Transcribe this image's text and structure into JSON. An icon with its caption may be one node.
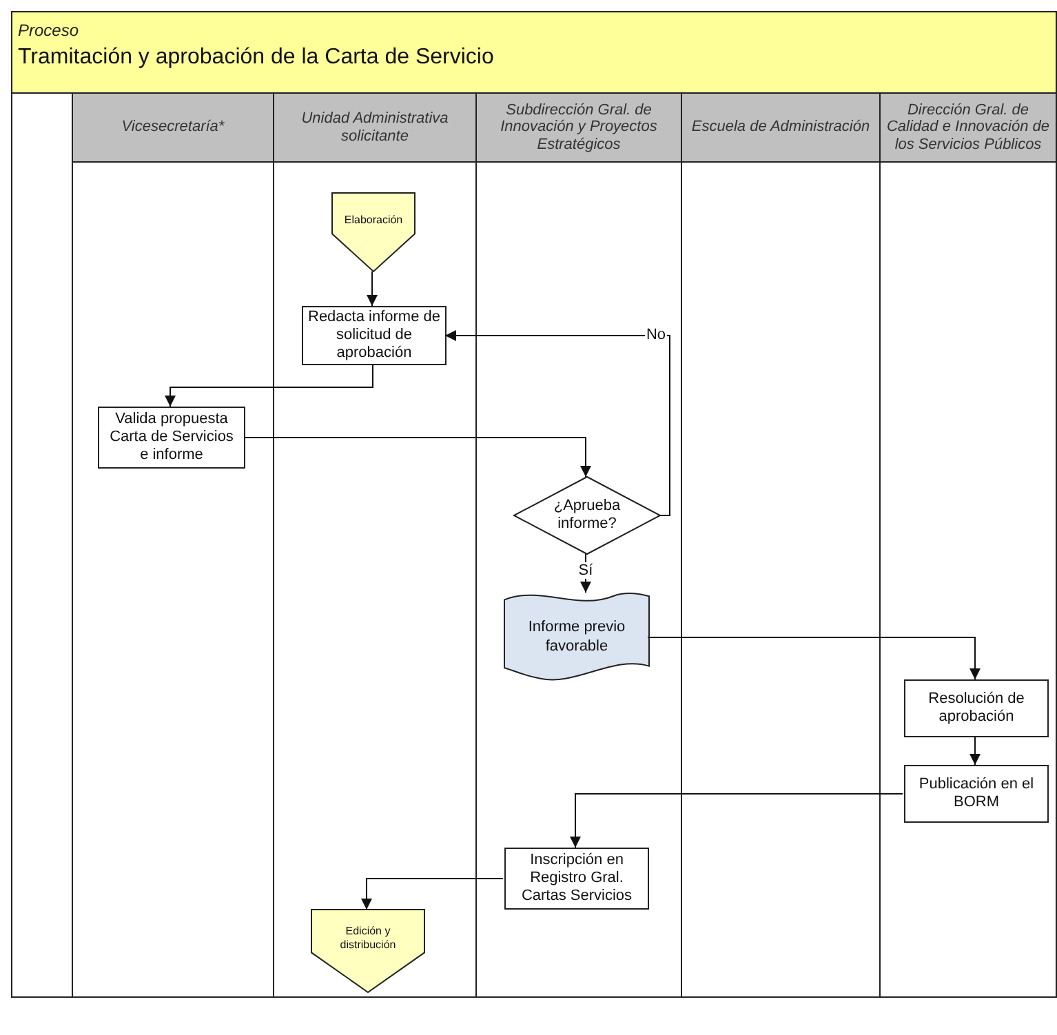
{
  "diagram": {
    "title": "Tramitación y aprobación de la Carta de Servicio",
    "nodes": [
      {
        "text": [
          "Vicesecretaría*"
        ]
      },
      {
        "text": [
          "Unidad Administrativa solicitante"
        ]
      },
      {
        "text": [
          "Subdirección Gral. de Innovación y Proyectos Estratégicos"
        ]
      },
      {
        "text": [
          "Escuela de Administración"
        ]
      },
      {
        "text": [
          "Dirección Gral. de Calidad e Innovación de los Servicios Públicos"
        ]
      },
      {
        "text": [
          "Elaboración"
        ],
        "in": 1
      },
      {
        "text": [
          "Redacta informe de solicitud de aprobación"
        ],
        "in": 1
      },
      {
        "text": [
          "Valida propuesta Carta de Servicios e informe"
        ],
        "in": 0
      },
      {
        "text": [
          "¿Aprueba informe?"
        ],
        "in": 2
      },
      {
        "text": [
          "Informe previo favorable"
        ],
        "in": 2
      },
      {
        "text": [
          "Resolución de aprobación"
        ],
        "in": 4
      },
      {
        "text": [
          "Publicación en el BORM"
        ],
        "in": 4
      },
      {
        "text": [
          "Inscripción en Registro Gral. Cartas Servicios"
        ],
        "in": 2
      },
      {
        "text": [
          "Edición y distribución"
        ],
        "in": 1
      }
    ],
    "edges": [
      {
        "from": 5,
        "to": 6,
        "arrow": "to"
      },
      {
        "from": 6,
        "to": 7,
        "arrow": "to"
      },
      {
        "from": 7,
        "to": 8,
        "arrow": "to"
      },
      {
        "from": 8,
        "to": 6,
        "arrow": "to",
        "label": "No"
      },
      {
        "from": 8,
        "to": 9,
        "arrow": "to",
        "label": "Sí"
      },
      {
        "from": 9,
        "to": 10,
        "arrow": "to"
      },
      {
        "from": 10,
        "to": 11,
        "arrow": "to"
      },
      {
        "from": 11,
        "to": 12,
        "arrow": "to"
      },
      {
        "from": 12,
        "to": 13,
        "arrow": "to"
      }
    ],
    "labels": [
      "Proceso"
    ]
  }
}
